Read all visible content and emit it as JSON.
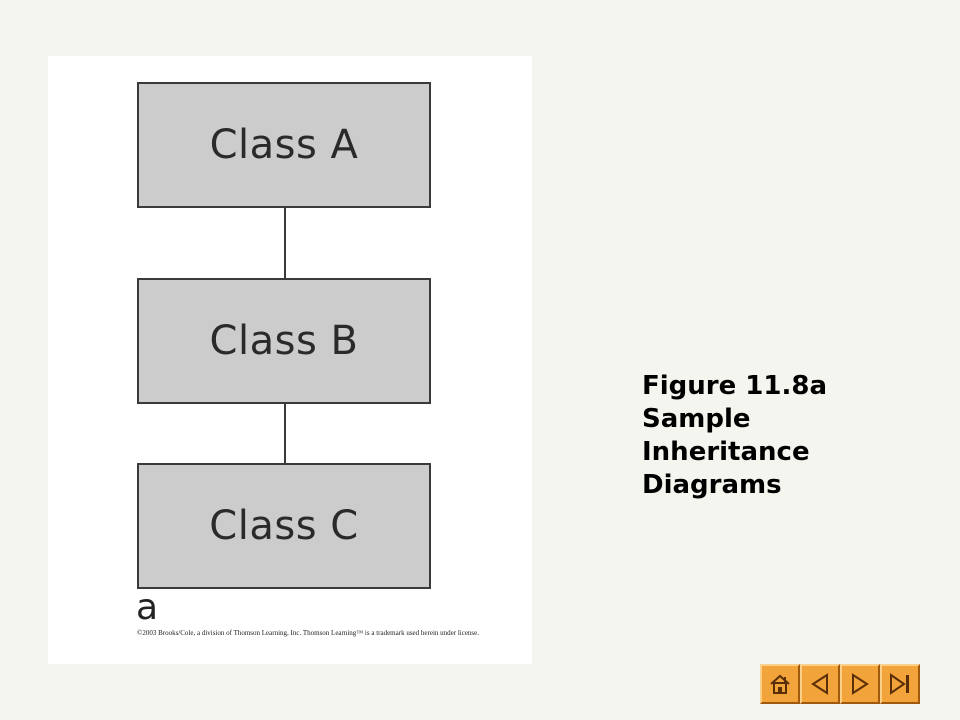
{
  "diagram": {
    "classes": [
      {
        "label": "Class A"
      },
      {
        "label": "Class B"
      },
      {
        "label": "Class C"
      }
    ],
    "sub_label": "a",
    "copyright": "©2003 Brooks/Cole, a division of Thomson Learning, Inc.  Thomson Learning™ is a trademark used herein under license."
  },
  "caption": {
    "line1": "Figure 11.8a",
    "line2": "Sample",
    "line3": "Inheritance",
    "line4": "Diagrams"
  },
  "navigation": {
    "buttons": [
      {
        "icon": "home-icon"
      },
      {
        "icon": "previous-icon"
      },
      {
        "icon": "next-icon"
      },
      {
        "icon": "last-icon"
      }
    ]
  },
  "colors": {
    "background": "#f5f5ef",
    "box_fill": "#cccccc",
    "nav_button": "#f2a33a"
  }
}
